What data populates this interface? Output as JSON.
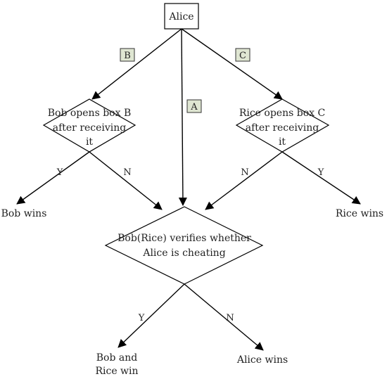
{
  "nodes": {
    "alice": "Alice",
    "bob_box": [
      "Bob opens box B",
      "after receiving",
      "it"
    ],
    "rice_box": [
      "Rice opens box C",
      "after receiving",
      "it"
    ],
    "verify": [
      "Bob(Rice) verifies whether",
      "Alice is cheating"
    ],
    "bob_wins": "Bob wins",
    "rice_wins": "Rice wins",
    "bob_rice_win": [
      "Bob and",
      "Rice win"
    ],
    "alice_wins": "Alice wins"
  },
  "edges": {
    "to_bob": "B",
    "to_verify": "A",
    "to_rice": "C",
    "bob_yes": "Y",
    "bob_no": "N",
    "rice_no": "N",
    "rice_yes": "Y",
    "verify_yes": "Y",
    "verify_no": "N"
  },
  "colors": {
    "tag_fill": "#dfe6d2",
    "stroke": "#000000"
  }
}
